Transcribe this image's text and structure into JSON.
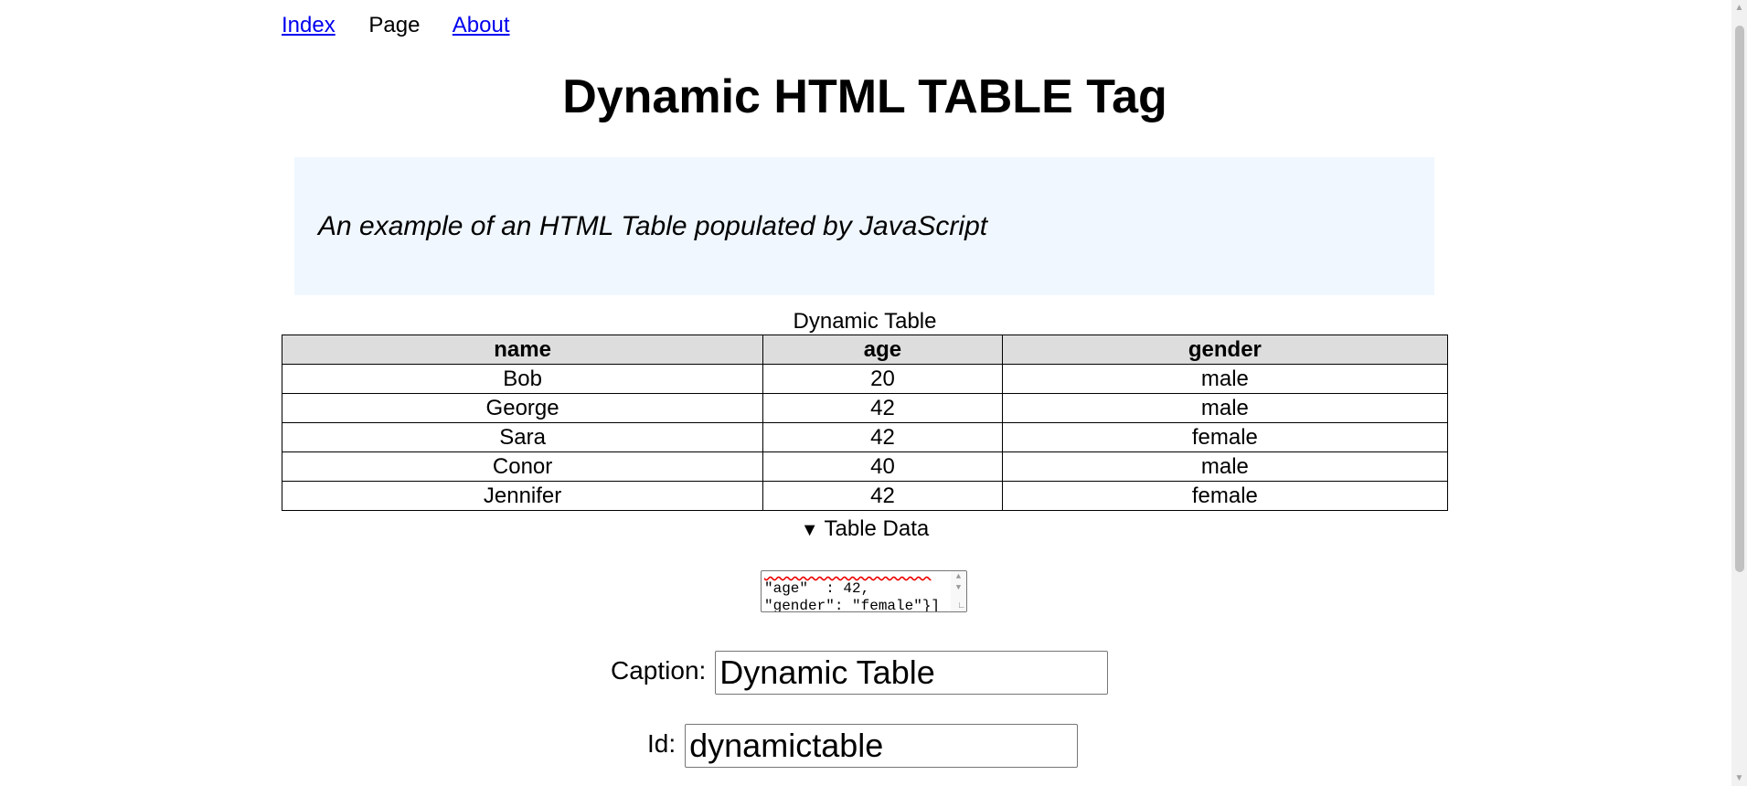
{
  "nav": {
    "items": [
      {
        "label": "Index",
        "link": true
      },
      {
        "label": "Page",
        "link": false
      },
      {
        "label": "About",
        "link": true
      }
    ]
  },
  "page_title": "Dynamic HTML TABLE Tag",
  "intro_text": "An example of an HTML Table populated by JavaScript",
  "table": {
    "caption": "Dynamic Table",
    "headers": [
      "name",
      "age",
      "gender"
    ],
    "rows": [
      [
        "Bob",
        "20",
        "male"
      ],
      [
        "George",
        "42",
        "male"
      ],
      [
        "Sara",
        "42",
        "female"
      ],
      [
        "Conor",
        "40",
        "male"
      ],
      [
        "Jennifer",
        "42",
        "female"
      ]
    ]
  },
  "details": {
    "summary": "Table Data",
    "json_lines": [
      "\"age\"  : 42,",
      "\"gender\": \"female\"}]"
    ]
  },
  "form": {
    "caption_label": "Caption:",
    "caption_value": "Dynamic Table",
    "id_label": "Id:",
    "id_value": "dynamictable"
  },
  "colors": {
    "link": "#0000ee",
    "intro_bg": "#f0f7ff",
    "header_bg": "#dddddd"
  }
}
